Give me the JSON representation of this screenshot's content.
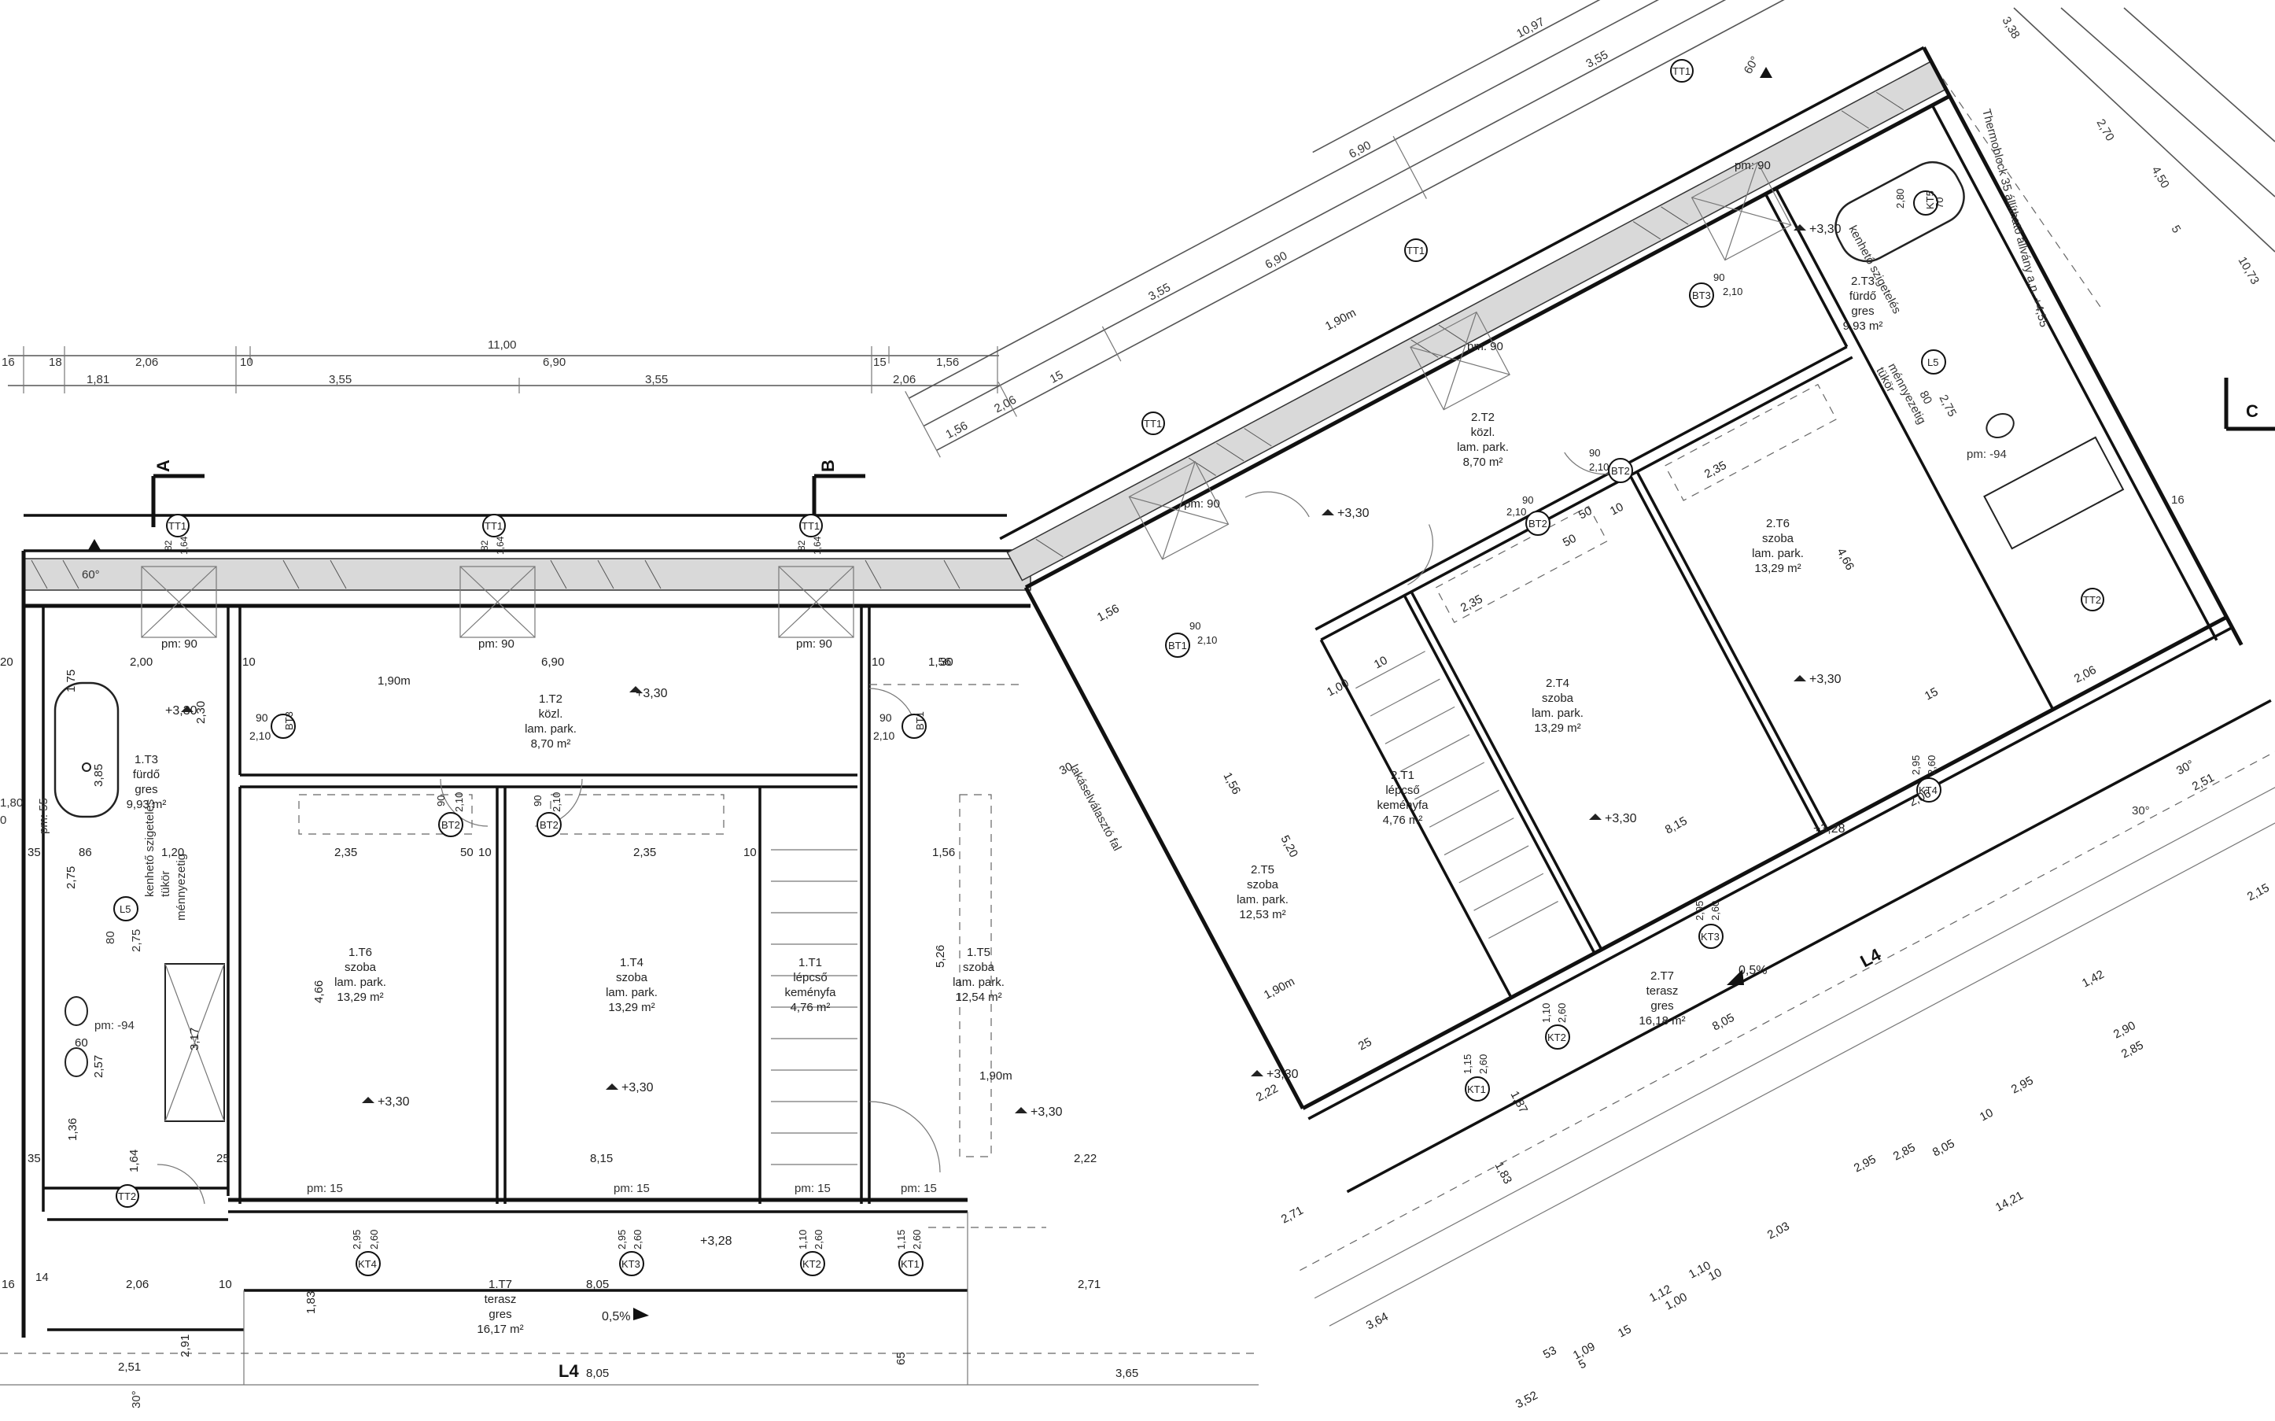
{
  "top_dimensions": {
    "row1": [
      "16",
      "18",
      "2,06",
      "10",
      "11,00",
      "6,90",
      "15",
      "1,56"
    ],
    "row2": [
      "1,81",
      "3,55",
      "3,55",
      "2,06"
    ]
  },
  "right_top_dimensions": [
    "10",
    "3,55",
    "6,90",
    "10,97",
    "3,55",
    "1,56",
    "2,06",
    "15",
    "6,90"
  ],
  "right_edge_dimensions": [
    "3,38",
    "2,70",
    "4,50",
    "5",
    "10,73",
    "16",
    "16"
  ],
  "section_markers": [
    {
      "id": "section-a",
      "label": "A"
    },
    {
      "id": "section-b",
      "label": "B"
    },
    {
      "id": "section-c",
      "label": "C"
    }
  ],
  "window_tags": {
    "tt1": "TT1",
    "tt2": "TT2",
    "height1": "82",
    "height2": "1,64",
    "pm90": "pm: 90",
    "pm15": "pm: 15",
    "pm55": "pm: 55",
    "pm94": "pm: -94"
  },
  "left_rooms": [
    {
      "key": "1t2",
      "code": "1.T2",
      "name": "közl.",
      "floor": "lam. park.",
      "area": "8,70 m²"
    },
    {
      "key": "1t3",
      "code": "1.T3",
      "name": "fürdő",
      "floor": "gres",
      "area": "9,93 m²"
    },
    {
      "key": "1t6",
      "code": "1.T6",
      "name": "szoba",
      "floor": "lam. park.",
      "area": "13,29 m²"
    },
    {
      "key": "1t4",
      "code": "1.T4",
      "name": "szoba",
      "floor": "lam. park.",
      "area": "13,29 m²"
    },
    {
      "key": "1t1",
      "code": "1.T1",
      "name": "lépcső",
      "floor": "keményfa",
      "area": "4,76 m²"
    },
    {
      "key": "1t5",
      "code": "1.T5",
      "name": "szoba",
      "floor": "lam. park.",
      "area": "12,54 m²"
    },
    {
      "key": "1t7",
      "code": "1.T7",
      "name": "terasz",
      "floor": "gres",
      "area": "16,17 m²"
    }
  ],
  "right_rooms": [
    {
      "key": "2t2",
      "code": "2.T2",
      "name": "közl.",
      "floor": "lam. park.",
      "area": "8,70 m²"
    },
    {
      "key": "2t3",
      "code": "2.T3",
      "name": "fürdő",
      "floor": "gres",
      "area": "9,93 m²"
    },
    {
      "key": "2t6",
      "code": "2.T6",
      "name": "szoba",
      "floor": "lam. park.",
      "area": "13,29 m²"
    },
    {
      "key": "2t4",
      "code": "2.T4",
      "name": "szoba",
      "floor": "lam. park.",
      "area": "13,29 m²"
    },
    {
      "key": "2t5",
      "code": "2.T5",
      "name": "szoba",
      "floor": "lam. park.",
      "area": "12,53 m²"
    },
    {
      "key": "2t1",
      "code": "2.T1",
      "name": "lépcső",
      "floor": "keményfa",
      "area": "4,76 m²"
    },
    {
      "key": "2t7",
      "code": "2.T7",
      "name": "terasz",
      "floor": "gres",
      "area": "16,18 m²"
    }
  ],
  "level_marker": "+3,30",
  "terrace_level": "+3,28",
  "slope": "0,5%",
  "door_tags": {
    "bt1": "BT1",
    "bt2": "BT2",
    "bt3": "BT3",
    "w90": "90",
    "h210": "2,10"
  },
  "terrace_doors": {
    "kt4": "KT4",
    "kt3": "KT3",
    "kt2": "KT2",
    "kt1": "KT1",
    "kt5": "KT5",
    "w295": "2,95",
    "w110": "1,10",
    "w115": "1,15",
    "h260": "2,60",
    "h280": "2,80",
    "w70": "70"
  },
  "bath_labels": {
    "mirror": "tükör",
    "wall_mount": "ménnyezetig",
    "kenszigetelés": "kenhető szigetelés",
    "l5": "L5",
    "v80": "80",
    "v275": "2,75"
  },
  "left_inner_dimensions": [
    "2,00",
    "10",
    "1,90m",
    "6,90",
    "10",
    "1,56",
    "2,35",
    "50",
    "10",
    "2,35",
    "10",
    "1,56",
    "1,20",
    "8,15",
    "2,06",
    "10",
    "8,05",
    "2,71",
    "1,83",
    "3,65",
    "8,05",
    "2,51",
    "2,91",
    "1,90m",
    "2,22",
    "5,26",
    "4,66",
    "3,85",
    "2,75",
    "1,75",
    "2,30",
    "3,17",
    "2,57",
    "1,36",
    "1,64",
    "86",
    "60",
    "35",
    "25",
    "14",
    "16",
    "20",
    "30",
    "65",
    "35"
  ],
  "right_inner_dimensions": [
    "1,56",
    "1,90m",
    "2,35",
    "1,00",
    "1,56",
    "5,20",
    "50",
    "10",
    "2,35",
    "10",
    "50",
    "8,15",
    "4,66",
    "1,90m",
    "2,22",
    "2,06",
    "1,83",
    "8,05",
    "1,87",
    "2,71",
    "2,06",
    "3,64",
    "14,21",
    "2,85",
    "8,05",
    "2,95",
    "2,03",
    "1,12",
    "1,10",
    "1,00",
    "10",
    "53",
    "1,09",
    "15",
    "5",
    "3,52",
    "1,42",
    "2,90",
    "2,85",
    "2,95",
    "10",
    "2,51",
    "2,15",
    "30°",
    "15",
    "25",
    "30"
  ],
  "notes": {
    "hangszig": "lakáselválasztó fal",
    "thermo": "Thermoblock 35 állítható állvány a.n. +4,55"
  },
  "labels": {
    "l4": "L4",
    "angle60": "60°",
    "angle30": "30°",
    "dim180": "1,80",
    "dim0": "0"
  }
}
